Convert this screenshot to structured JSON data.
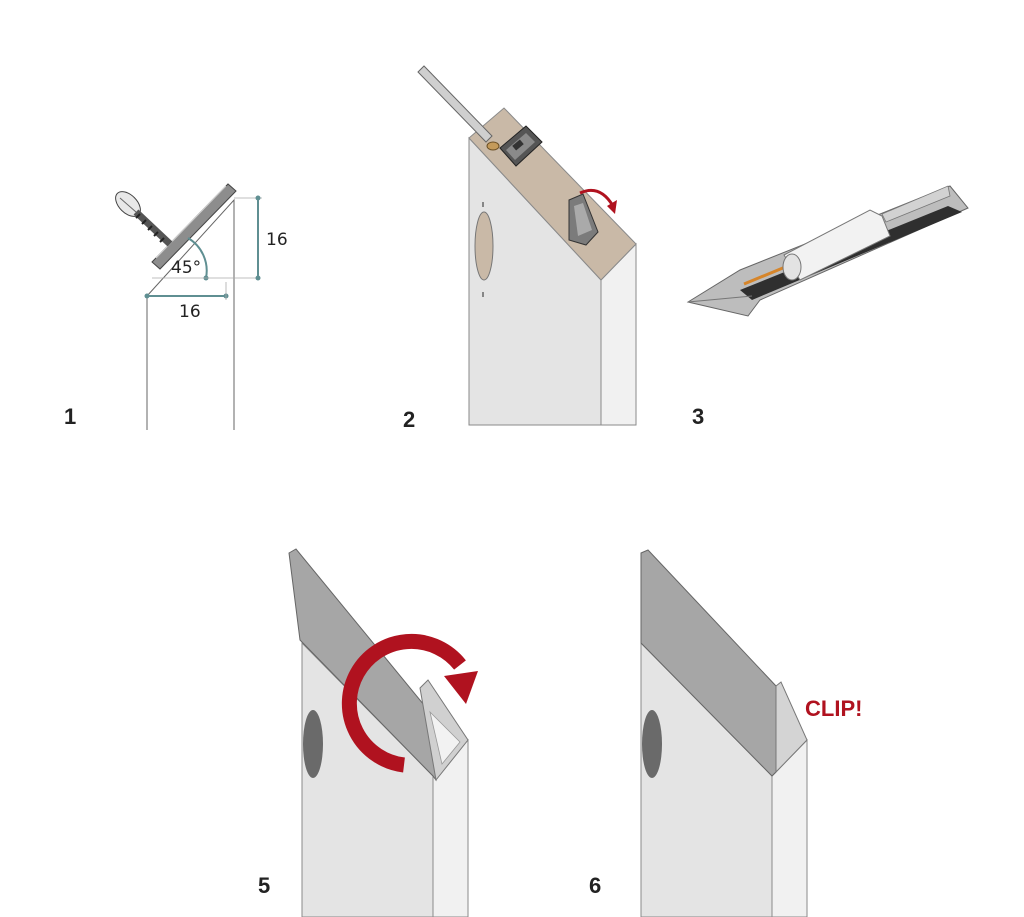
{
  "steps": [
    {
      "number": "1"
    },
    {
      "number": "2"
    },
    {
      "number": "3"
    },
    {
      "number": "5"
    },
    {
      "number": "6"
    }
  ],
  "dimensions": {
    "angle": "45°",
    "height": "16",
    "width": "16"
  },
  "callout": "CLIP!",
  "colors": {
    "accent_red": "#b0121f",
    "panel_light": "#e6e6e6",
    "panel_edge": "#f4f4f4",
    "cut_face": "#c8b8a6",
    "profile_grey": "#a4a4a4",
    "dimension_teal": "#5f8f92",
    "outline": "#555555"
  }
}
